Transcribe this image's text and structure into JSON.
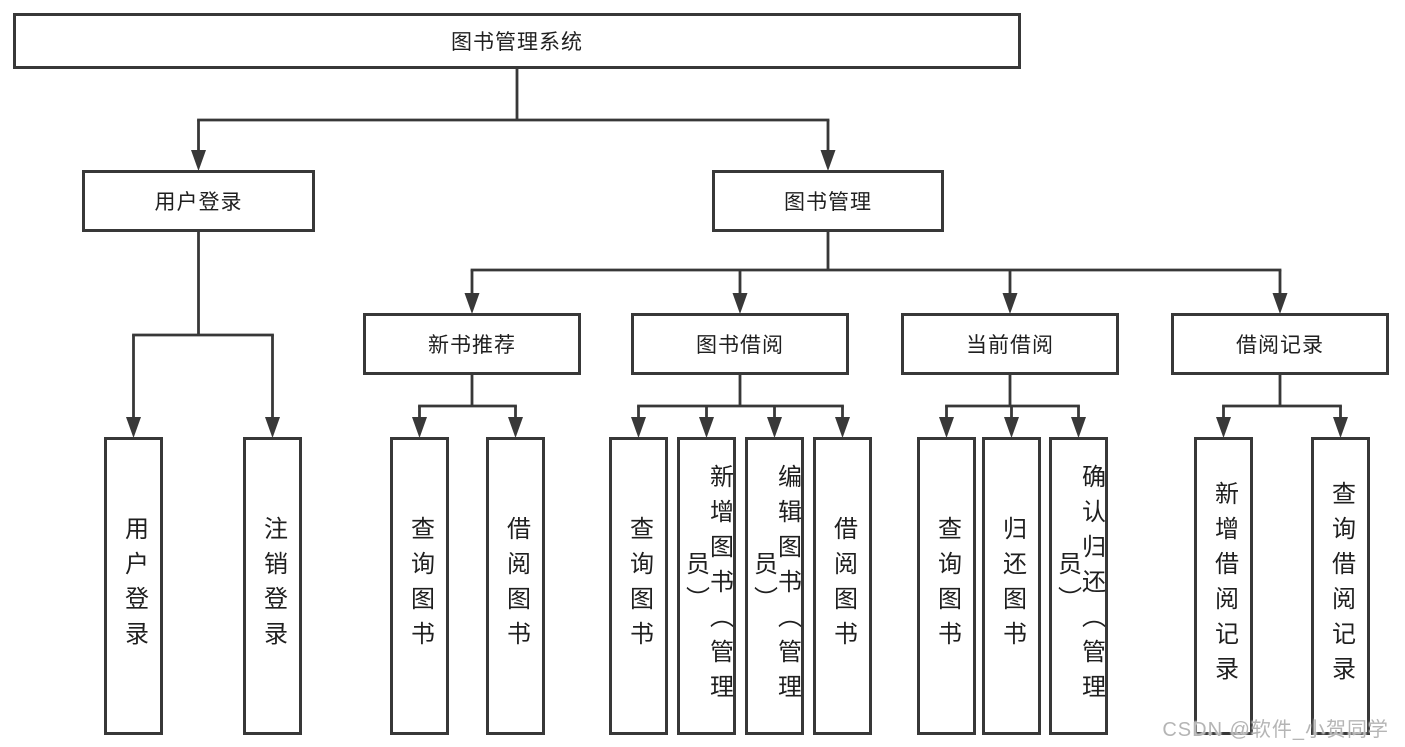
{
  "root": {
    "label": "图书管理系统"
  },
  "level2": {
    "user_login": "用户登录",
    "book_management": "图书管理"
  },
  "level3": {
    "new_book_recommend": "新书推荐",
    "book_borrow": "图书借阅",
    "current_borrow": "当前借阅",
    "borrow_records": "借阅记录"
  },
  "leaves": {
    "user_login": [
      "用户登录",
      "注销登录"
    ],
    "new_book_recommend": [
      "查询图书",
      "借阅图书"
    ],
    "book_borrow": [
      "查询图书",
      "新增图书（管理员）",
      "编辑图书（管理员）",
      "借阅图书"
    ],
    "current_borrow": [
      "查询图书",
      "归还图书",
      "确认归还（管理员）"
    ],
    "borrow_records": [
      "新增借阅记录",
      "查询借阅记录"
    ]
  },
  "watermark": "CSDN @软件_小贺同学",
  "colors": {
    "line": "#383838",
    "box_border": "#383838",
    "text": "#1f1f1f",
    "watermark": "#b5b5b5",
    "background": "#ffffff"
  }
}
